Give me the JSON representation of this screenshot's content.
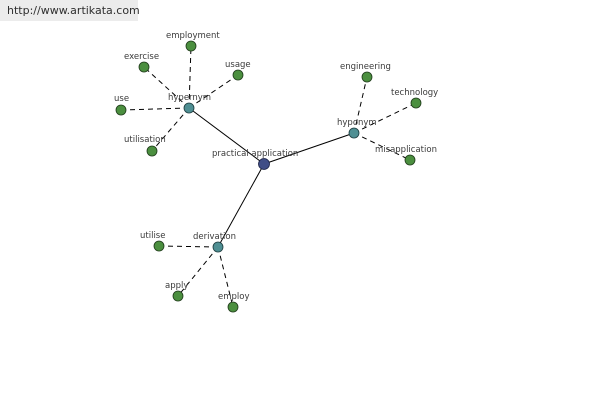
{
  "site": {
    "url": "http://www.artikata.com"
  },
  "colors": {
    "central_node": "#3f4d86",
    "relation_node": "#4f8f93",
    "leaf_node": "#4b8f3f",
    "edge": "#000000"
  },
  "graph": {
    "center": {
      "label": "practical application"
    },
    "relations": [
      {
        "key": "hypernym",
        "label": "hypernym",
        "terms": [
          "employment",
          "exercise",
          "usage",
          "use",
          "utilisation"
        ]
      },
      {
        "key": "hyponym",
        "label": "hyponym",
        "terms": [
          "engineering",
          "technology",
          "misapplication"
        ]
      },
      {
        "key": "derivation",
        "label": "derivation",
        "terms": [
          "utilise",
          "apply",
          "employ"
        ]
      }
    ]
  }
}
